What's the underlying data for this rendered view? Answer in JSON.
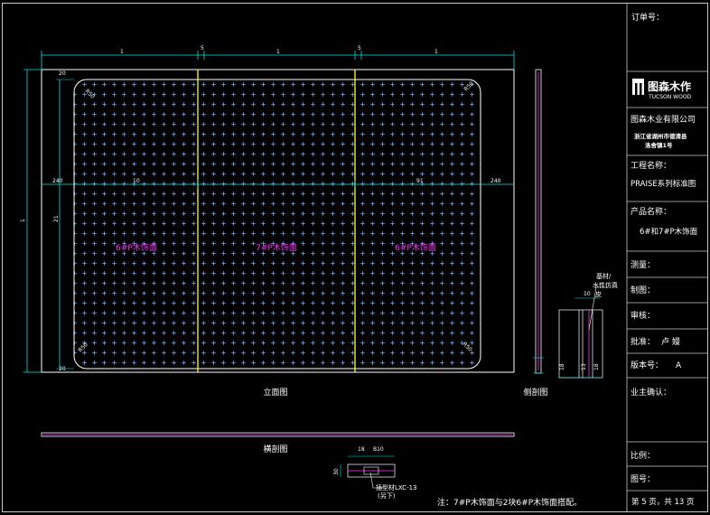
{
  "colors": {
    "background": "#000000",
    "line": "#ffffff",
    "dimension": "#00e5e5",
    "divider": "#ffff33",
    "label": "#ff33ff",
    "pattern": "#6fa8ff",
    "title_block_line": "#c8c8c8"
  },
  "elevation": {
    "title": "立面图",
    "panels": [
      {
        "label": "6#P木饰面"
      },
      {
        "label": "7#P木饰面"
      },
      {
        "label": "6#P木饰面"
      }
    ],
    "dims": {
      "top_1": "1",
      "top_2": "5",
      "top_3": "1",
      "top_4": "5",
      "top_5": "1",
      "side_left": "1",
      "side_mid": "21",
      "left_240": "240",
      "right_240": "240",
      "left_10": "10",
      "right_91": "91",
      "corner_top": "20",
      "corner_bottom": "20",
      "radius_tl": "R50",
      "radius_tr": "R50",
      "radius_bl": "R50",
      "radius_br": "R50"
    }
  },
  "side_section": {
    "title": "侧剖图",
    "callout_line1": "基材/",
    "callout_line2": "水性仿真",
    "callout_line3": "皮",
    "dim_a": "10",
    "dim_b": "18",
    "dim_c": "13",
    "dim_d": "18"
  },
  "cross_section": {
    "title": "横剖图",
    "dim_a": "18",
    "dim_b": "B10",
    "dim_c": "30",
    "callout_line1": "插型材LXC-13",
    "callout_line2": "(另下)"
  },
  "note": "注：7#P木饰面与2块6#P木饰面搭配。",
  "title_block": {
    "order_no": "订单号：",
    "logo_cn": "图森木作",
    "logo_en": "TUCSON WOOD",
    "company": "图森木业有限公司",
    "address_line1": "浙江省湖州市德清县",
    "address_line2": "洛舍镇1号",
    "project_label": "工程名称：",
    "project_value": "PRAISE系列标准图",
    "product_label": "产品名称：",
    "product_value": "6#和7#P木饰面",
    "survey": "测量：",
    "draw": "制图：",
    "review": "审核：",
    "approve": "批准：",
    "approve_value": "卢 嫚",
    "version_label": "版本号：",
    "version_value": "A",
    "owner": "业主确认：",
    "scale": "比例：",
    "drawing_no": "图号：",
    "page": "第 5 页，共 13 页"
  }
}
